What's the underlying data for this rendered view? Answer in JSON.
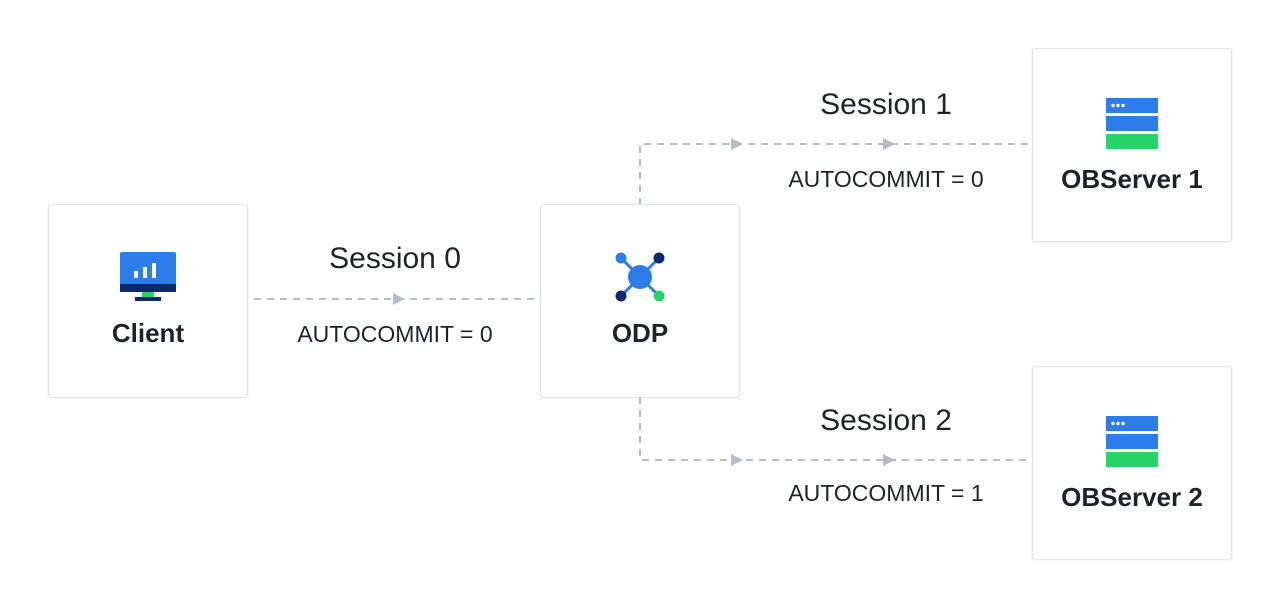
{
  "nodes": {
    "client": {
      "label": "Client",
      "icon": "monitor-chart-icon"
    },
    "odp": {
      "label": "ODP",
      "icon": "network-hub-icon"
    },
    "observer1": {
      "label": "OBServer 1",
      "icon": "server-stack-icon"
    },
    "observer2": {
      "label": "OBServer 2",
      "icon": "server-stack-icon"
    }
  },
  "connections": {
    "session0": {
      "name": "Session 0",
      "setting": "AUTOCOMMIT = 0"
    },
    "session1": {
      "name": "Session 1",
      "setting": "AUTOCOMMIT = 0"
    },
    "session2": {
      "name": "Session 2",
      "setting": "AUTOCOMMIT = 1"
    }
  },
  "colors": {
    "primary_blue": "#2b7de9",
    "dark_navy": "#0c2a6b",
    "accent_green": "#27d468",
    "border": "#dfe3ea",
    "connector": "#b8bcc4"
  }
}
